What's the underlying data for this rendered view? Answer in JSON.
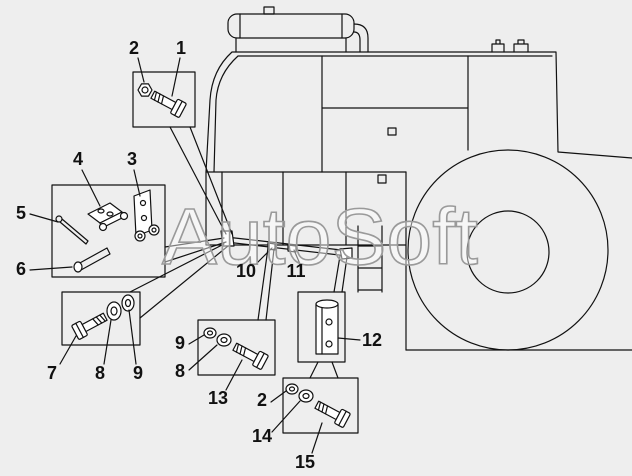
{
  "watermark": "AutoSoft",
  "colors": {
    "background": "#eeeeee",
    "line": "#111111",
    "watermark_stroke": "#9a9a9a",
    "part_fill": "#ffffff"
  },
  "callouts": {
    "box_a": [
      "2",
      "1"
    ],
    "box_b": [
      "4",
      "3",
      "5",
      "6"
    ],
    "rod": [
      "10",
      "11"
    ],
    "box_c": [
      "7",
      "8",
      "9"
    ],
    "box_d": [
      "9",
      "8",
      "13"
    ],
    "box_e": [
      "12"
    ],
    "box_f": [
      "2",
      "14",
      "15"
    ]
  }
}
